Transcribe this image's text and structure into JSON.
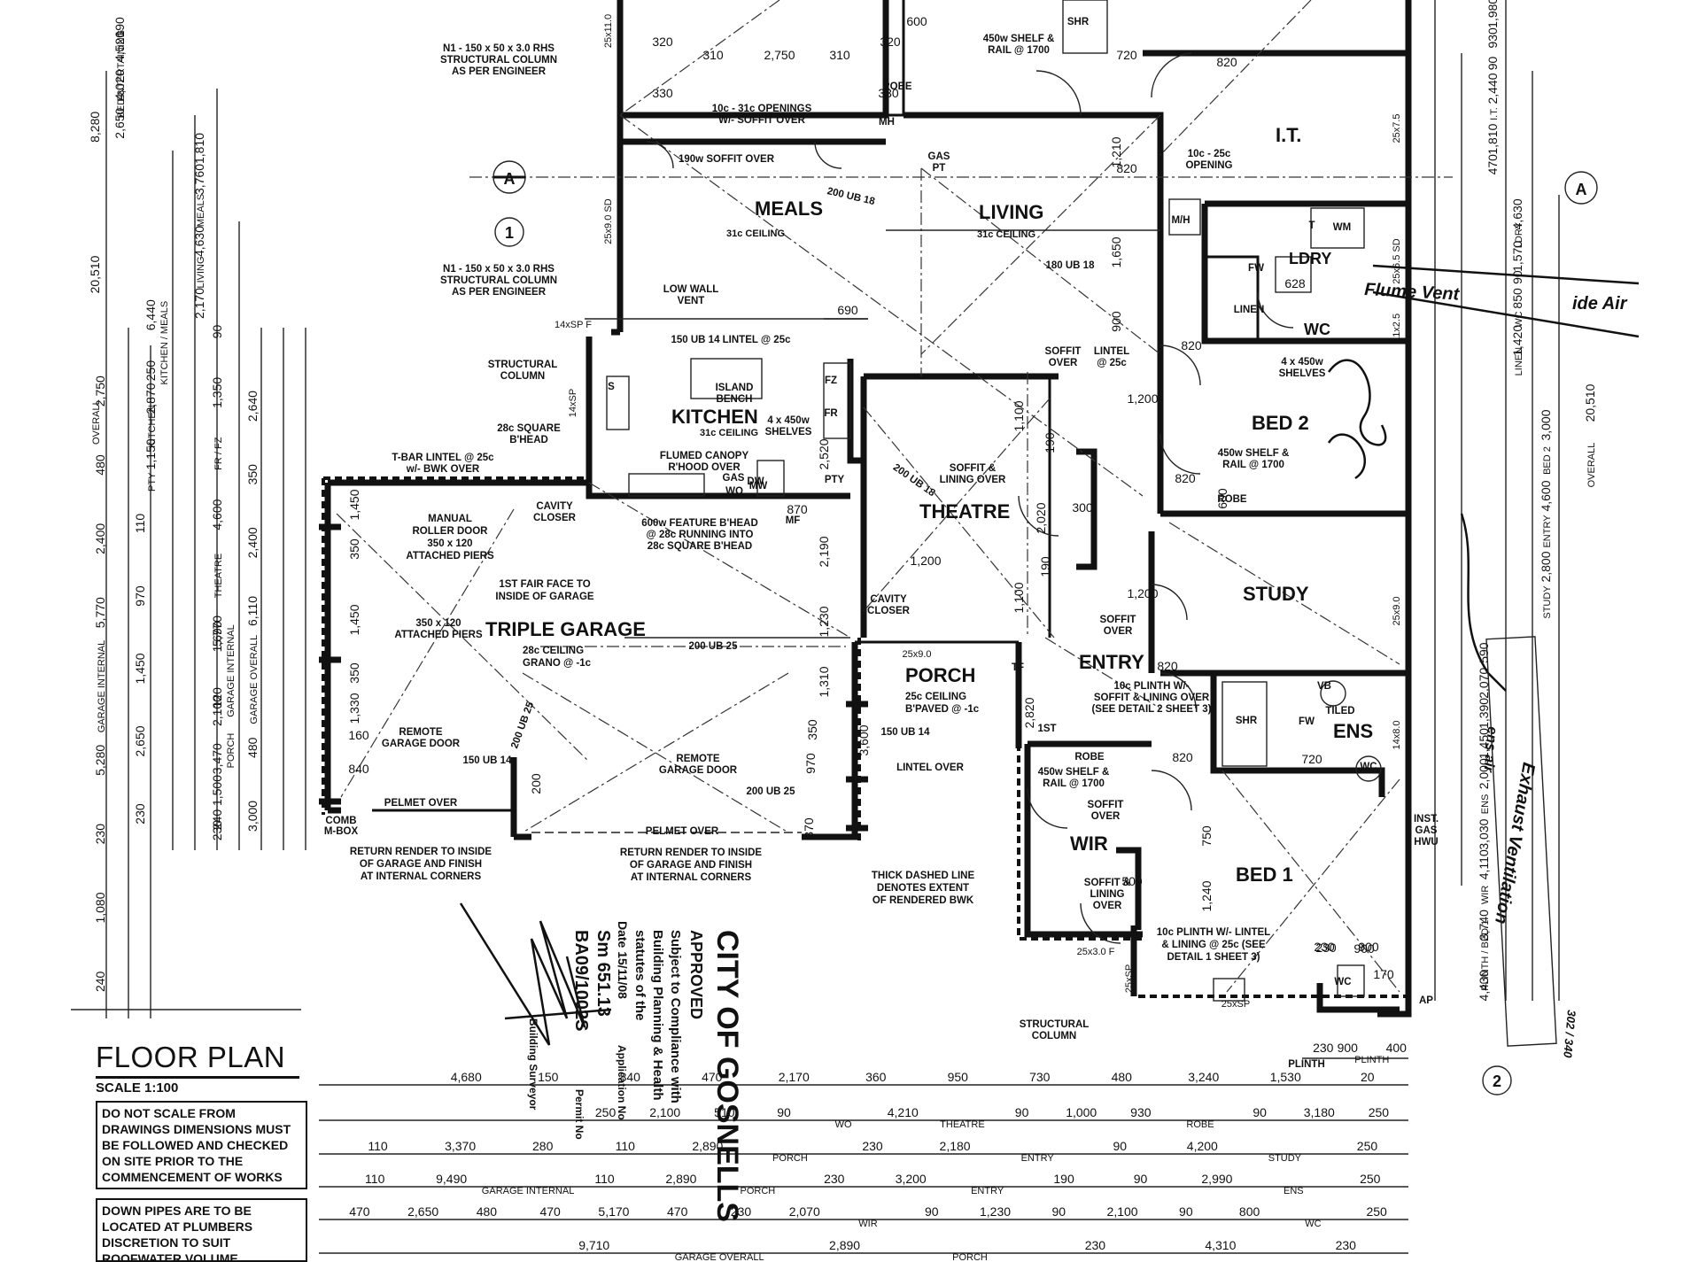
{
  "title": "FLOOR PLAN",
  "scale": "SCALE 1:100",
  "notes": {
    "no_scale": "DO NOT SCALE FROM DRAWINGS DIMENSIONS MUST BE FOLLOWED AND CHECKED ON SITE PRIOR TO THE COMMENCEMENT OF WORKS",
    "down_pipes": "DOWN PIPES ARE TO BE LOCATED AT PLUMBERS DISCRETION TO SUIT ROOFWATER VOLUME"
  },
  "rooms": {
    "meals": "MEALS",
    "living": "LIVING",
    "kitchen": "KITCHEN",
    "theatre": "THEATRE",
    "triple_garage": "TRIPLE GARAGE",
    "porch": "PORCH",
    "entry": "ENTRY",
    "study": "STUDY",
    "bed2": "BED 2",
    "bed1": "BED 1",
    "wir": "WIR",
    "ens": "ENS",
    "ldry": "LDRY",
    "it": "I.T.",
    "wc": "WC"
  },
  "ceilings": {
    "meals": "31c CEILING",
    "living": "31c CEILING",
    "kitchen": "31c CEILING",
    "garage": "28c CEILING",
    "garage_floor": "GRANO @ -1c",
    "porch1": "25c CEILING",
    "porch2": "B'PAVED @ -1c"
  },
  "annotations": {
    "column_n1_top": [
      "N1 - 150 x 50 x 3.0 RHS",
      "STRUCTURAL COLUMN",
      "AS PER ENGINEER"
    ],
    "column_n1_mid": [
      "N1 - 150 x 50 x 3.0 RHS",
      "STRUCTURAL COLUMN",
      "AS PER ENGINEER"
    ],
    "openings": [
      "10c - 31c OPENINGS",
      "W/- SOFFIT OVER"
    ],
    "soffit_190w": "190w SOFFIT OVER",
    "ub18_meals": "200 UB 18",
    "ub18_living": "180 UB 18",
    "ub18_theatre": "200 UB 18",
    "gas_pt": [
      "GAS",
      "PT"
    ],
    "low_wall": [
      "LOW WALL",
      "VENT"
    ],
    "lintel_ub14": "150 UB 14     LINTEL @ 25c",
    "structural_column": [
      "STRUCTURAL",
      "COLUMN"
    ],
    "square_bhead": [
      "28c SQUARE",
      "B'HEAD"
    ],
    "island": [
      "ISLAND",
      "BENCH"
    ],
    "shelves_kitchen": [
      "4 x 450w",
      "SHELVES"
    ],
    "canopy": [
      "FLUMED CANOPY",
      "R'HOOD OVER"
    ],
    "tbar": [
      "T-BAR LINTEL @ 25c",
      "w/- BWK OVER"
    ],
    "roller_door": [
      "MANUAL",
      "ROLLER DOOR",
      "350 x 120",
      "ATTACHED PIERS"
    ],
    "cavity_closer1": [
      "CAVITY",
      "CLOSER"
    ],
    "feature_bhead": [
      "600w FEATURE B'HEAD",
      "@ 28c RUNNING INTO",
      "28c SQUARE B'HEAD"
    ],
    "fair_face": [
      "1ST FAIR FACE TO",
      "INSIDE OF GARAGE"
    ],
    "piers2": [
      "350 x 120",
      "ATTACHED PIERS"
    ],
    "ub25_a": "200 UB 25",
    "ub25_b": "200 UB 25",
    "ub25_c": "200 UB 25",
    "ub14_garage": "150 UB 14",
    "ub14_porch": "150 UB 14",
    "remote_door1": [
      "REMOTE",
      "GARAGE DOOR"
    ],
    "remote_door2": [
      "REMOTE",
      "GARAGE DOOR"
    ],
    "pelmet1": "PELMET OVER",
    "pelmet2": "PELMET OVER",
    "render1": [
      "RETURN RENDER TO INSIDE",
      "OF GARAGE AND FINISH",
      "AT INTERNAL CORNERS"
    ],
    "render2": [
      "RETURN RENDER TO INSIDE",
      "OF GARAGE AND FINISH",
      "AT INTERNAL CORNERS"
    ],
    "comb_box": [
      "COMB",
      "M-BOX"
    ],
    "cavity_closer2": [
      "CAVITY",
      "CLOSER"
    ],
    "soffit_theatre": [
      "SOFFIT &",
      "LINING OVER"
    ],
    "soffit_over1": [
      "SOFFIT",
      "OVER"
    ],
    "soffit_over2": [
      "SOFFIT",
      "OVER"
    ],
    "soffit_over3": [
      "SOFFIT",
      "OVER"
    ],
    "lintel_entry": [
      "LINTEL",
      "@ 25c"
    ],
    "opening_it": [
      "10c - 25c",
      "OPENING"
    ],
    "plinth_entry": [
      "10c PLINTH W/-",
      "SOFFIT & LINING OVER",
      "(SEE DETAIL 2 SHEET 3)"
    ],
    "shelf_bed2": [
      "450w SHELF &",
      "RAIL @ 1700"
    ],
    "shelf_wir": [
      "450w SHELF &",
      "RAIL @ 1700"
    ],
    "shelf_top": [
      "450w SHELF &",
      "RAIL @ 1700"
    ],
    "shelves_ldry": [
      "4 x 450w",
      "SHELVES"
    ],
    "lintel_over": "LINTEL OVER",
    "thick_dashed": [
      "THICK DASHED LINE",
      "DENOTES EXTENT",
      "OF RENDERED BWK"
    ],
    "soffit_wir": [
      "SOFFIT &",
      "LINING",
      "OVER"
    ],
    "plinth_bed1": [
      "10c PLINTH W/- LINTEL",
      "& LINING @ 25c (SEE",
      "DETAIL 1 SHEET 3)"
    ],
    "structural_column2": [
      "STRUCTURAL",
      "COLUMN"
    ],
    "inst_gas": [
      "INST.",
      "GAS",
      "HWU"
    ],
    "tiled": "TILED",
    "linen": "LINEN",
    "small_tags": [
      "S",
      "FZ",
      "FR",
      "PTY",
      "MF",
      "TF",
      "1ST",
      "SHR",
      "SHR",
      "VB",
      "FW",
      "FW",
      "WC",
      "WC",
      "M/H",
      "T",
      "WM",
      "ROBE",
      "ROBE",
      "ROBE",
      "DW",
      "GAS",
      "WO",
      "MW",
      "MH",
      "AP",
      "PLINTH"
    ]
  },
  "beam_labels": [
    "25x9.0 SD",
    "25x11.0",
    "14xSP F",
    "14xSP",
    "25x9.0",
    "25x3.0 F",
    "25xSP",
    "25xSP",
    "25x7.5",
    "25x6.5 SD",
    "11x2.5",
    "25x9.0",
    "14x8.0"
  ],
  "dims": {
    "top_row": [
      "320",
      "310",
      "2,750",
      "310",
      "320",
      "330",
      "330",
      "600",
      "820",
      "720",
      "820"
    ],
    "room_internal": [
      "1,210",
      "1,650",
      "900",
      "1,200",
      "1,100",
      "2,020",
      "1,100",
      "190",
      "190",
      "300",
      "1,200",
      "820",
      "820",
      "820",
      "820",
      "900",
      "600",
      "690",
      "2,520",
      "870",
      "2,190",
      "1,230",
      "1,310",
      "3,600",
      "350",
      "970",
      "370",
      "230",
      "2,820",
      "750",
      "1,240",
      "500",
      "900",
      "230",
      "170",
      "1,450",
      "1,450",
      "1,330",
      "350",
      "350",
      "160",
      "840",
      "720",
      "1,200",
      "200",
      "628"
    ],
    "left_cols": [
      [
        "8,280",
        "20,510",
        "OVERALL"
      ],
      [
        "190",
        "4,520",
        "ENTERTAINING",
        "4,020",
        "BED 3",
        "2,650"
      ],
      [
        "1,810",
        "3,760",
        "MEALS",
        "4,630",
        "LIVING",
        "2,170"
      ],
      [
        "6,440",
        "KITCHEN / MEALS",
        "250",
        "2,870",
        "KITCHEN",
        "1,150",
        "PTY"
      ],
      [
        "2,750",
        "480",
        "2,400",
        "5,770",
        "GARAGE INTERNAL",
        "5,280",
        "230",
        "1,080",
        "240"
      ],
      [
        "110",
        "970",
        "1,450",
        "2,650",
        "230"
      ],
      [
        "5,770",
        "GARAGE INTERNAL",
        "2,100",
        "PORCH",
        "1,500",
        "230"
      ],
      [
        "90",
        "1,350",
        "FR / FZ",
        "4,600",
        "THEATRE",
        "1,690",
        "120",
        "3,470",
        "240"
      ],
      [
        "2,640",
        "350",
        "2,400",
        "6,110",
        "GARAGE OVERALL",
        "480",
        "3,000"
      ]
    ],
    "right_cols": [
      [
        "1,980",
        "930",
        "90",
        "2,440",
        "I.T.",
        "1,810",
        "470"
      ],
      [
        "4,630",
        "LDRY",
        "1,570",
        "90",
        "850",
        "WC",
        "1,420",
        "LINEN"
      ],
      [
        "20,510",
        "OVERALL"
      ],
      [
        "3,000",
        "BED 2",
        "4,600",
        "ENTRY",
        "2,800",
        "STUDY"
      ],
      [
        "590",
        "2,070",
        "1,390",
        "1,450",
        "2,000",
        "ENS",
        "3,030",
        "4,110",
        "WIR",
        "3,740",
        "PLINTH / BED 1",
        "4,430"
      ]
    ],
    "bottom_rows": [
      [
        "230",
        "900",
        "PLINTH",
        "400"
      ],
      [
        "4,680",
        "150",
        "840",
        "470",
        "2,170",
        "360",
        "950",
        "730",
        "480",
        "3,240",
        "1,530",
        "20"
      ],
      [
        "250",
        "2,100",
        "510",
        "90",
        "WO",
        "4,210",
        "THEATRE",
        "90",
        "1,000",
        "930",
        "ROBE",
        "90",
        "3,180",
        "250"
      ],
      [
        "110",
        "3,370",
        "280",
        "110",
        "2,890",
        "PORCH",
        "230",
        "2,180",
        "ENTRY",
        "90",
        "4,200",
        "STUDY",
        "250"
      ],
      [
        "110",
        "9,490",
        "GARAGE INTERNAL",
        "110",
        "2,890",
        "PORCH",
        "230",
        "3,200",
        "ENTRY",
        "190",
        "90",
        "2,990",
        "ENS",
        "250"
      ],
      [
        "470",
        "2,650",
        "480",
        "470",
        "5,170",
        "470",
        "230",
        "2,070",
        "WIR",
        "90",
        "1,230",
        "90",
        "2,100",
        "90",
        "800",
        "WC",
        "250"
      ],
      [
        "9,710",
        "GARAGE OVERALL",
        "2,890",
        "PORCH",
        "230",
        "4,310",
        "230"
      ]
    ]
  },
  "stamp": {
    "city": "CITY OF GOSNELLS",
    "approved": "APPROVED",
    "subject": "Subject to Compliance with",
    "bylaws": "Building Planning & Health",
    "statutes": "statutes of the",
    "date_line": "Date 15/11/08",
    "app": "Application No",
    "sm": "Sm 651.13",
    "ba": "BA09/1002S",
    "permit": "Permit No",
    "surveyor": "Building Surveyor"
  },
  "handwriting": {
    "flume": "Flume Vent",
    "air": "ide Air",
    "exhaust": "Exhaust Ventilation",
    "ens_air": "ens air",
    "extra": [
      "302 / 340"
    ]
  },
  "markers": {
    "section_left": "A",
    "section_right": "A",
    "detail_1": "1",
    "detail_2": "2"
  }
}
